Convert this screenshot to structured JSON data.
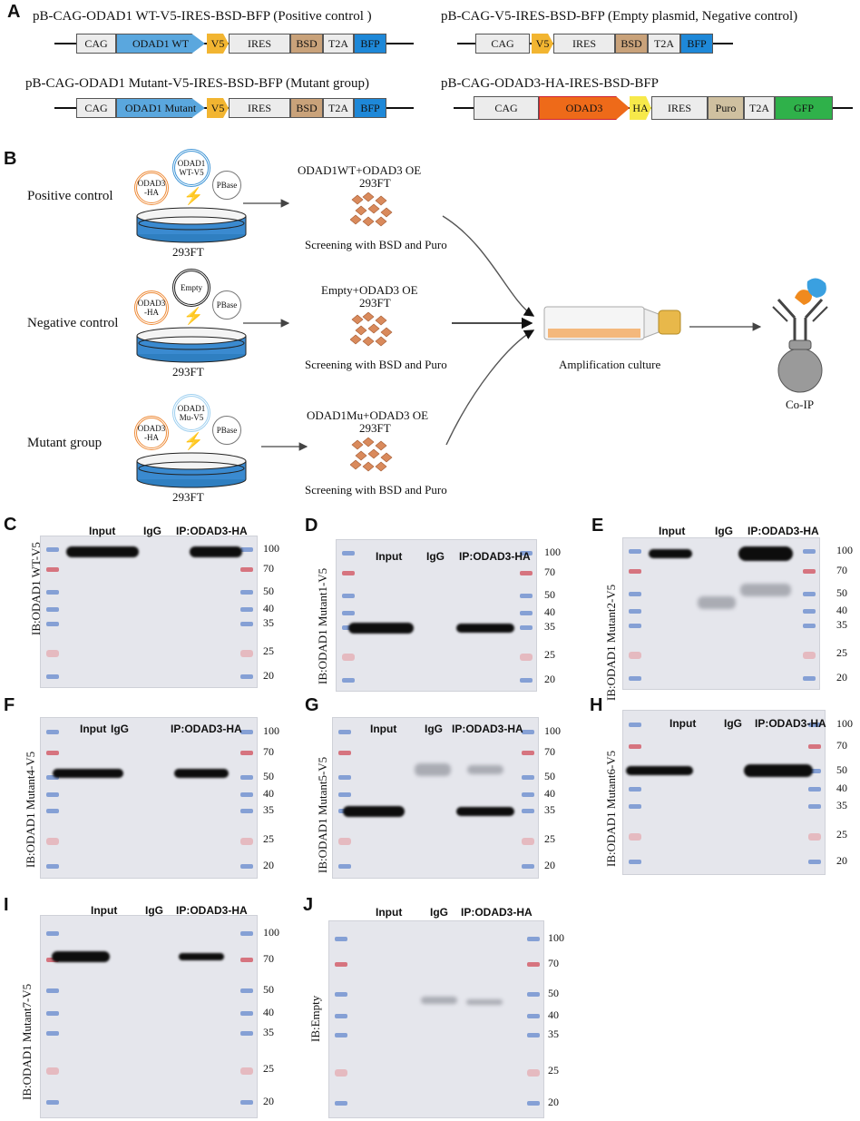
{
  "panelA": {
    "letter": "A",
    "constructs": [
      {
        "title": "pB-CAG-ODAD1 WT-V5-IRES-BSD-BFP (Positive control )",
        "segments": [
          "CAG",
          "ODAD1 WT",
          "V5",
          "IRES",
          "BSD",
          "T2A",
          "BFP"
        ]
      },
      {
        "title": "pB-CAG-V5-IRES-BSD-BFP (Empty plasmid, Negative control)",
        "segments": [
          "CAG",
          "V5",
          "IRES",
          "BSD",
          "T2A",
          "BFP"
        ]
      },
      {
        "title": "pB-CAG-ODAD1 Mutant-V5-IRES-BSD-BFP (Mutant group)",
        "segments": [
          "CAG",
          "ODAD1 Mutant",
          "V5",
          "IRES",
          "BSD",
          "T2A",
          "BFP"
        ]
      },
      {
        "title": "pB-CAG-ODAD3-HA-IRES-BSD-BFP",
        "segments": [
          "CAG",
          "ODAD3",
          "HA",
          "IRES",
          "Puro",
          "T2A",
          "GFP"
        ]
      }
    ]
  },
  "panelB": {
    "letter": "B",
    "groups": [
      {
        "name": "Positive control",
        "plasmids": [
          "ODAD3\n-HA",
          "ODAD1\nWT-V5",
          "PBase"
        ],
        "cell": "293FT",
        "oe": "ODAD1WT+ODAD3 OE",
        "oe_cell": "293FT",
        "screen": "Screening with BSD and Puro"
      },
      {
        "name": "Negative control",
        "plasmids": [
          "ODAD3\n-HA",
          "Empty",
          "PBase"
        ],
        "cell": "293FT",
        "oe": "Empty+ODAD3 OE",
        "oe_cell": "293FT",
        "screen": "Screening with BSD and Puro"
      },
      {
        "name": "Mutant group",
        "plasmids": [
          "ODAD3\n-HA",
          "ODAD1\nMu-V5",
          "PBase"
        ],
        "cell": "293FT",
        "oe": "ODAD1Mu+ODAD3 OE",
        "oe_cell": "293FT",
        "screen": "Screening with BSD and Puro"
      }
    ],
    "amplification": "Amplification culture",
    "coip": "Co-IP"
  },
  "blots": [
    {
      "letter": "C",
      "ib": "IB:ODAD1 WT-V5",
      "lanes": [
        "Input",
        "IgG",
        "IP:ODAD3-HA"
      ],
      "mw": [
        "100",
        "70",
        "50",
        "40",
        "35",
        "25",
        "20"
      ]
    },
    {
      "letter": "D",
      "ib": "IB:ODAD1 Mutant1-V5",
      "lanes": [
        "Input",
        "IgG",
        "IP:ODAD3-HA"
      ],
      "mw": [
        "100",
        "70",
        "50",
        "40",
        "35",
        "25",
        "20"
      ]
    },
    {
      "letter": "E",
      "ib": "IB:ODAD1 Mutant2-V5",
      "lanes": [
        "Input",
        "IgG",
        "IP:ODAD3-HA"
      ],
      "mw": [
        "100",
        "70",
        "50",
        "40",
        "35",
        "25",
        "20"
      ]
    },
    {
      "letter": "F",
      "ib": "IB:ODAD1 Mutant4-V5",
      "lanes": [
        "Input",
        "IgG",
        "IP:ODAD3-HA"
      ],
      "mw": [
        "100",
        "70",
        "50",
        "40",
        "35",
        "25",
        "20"
      ]
    },
    {
      "letter": "G",
      "ib": "IB:ODAD1 Mutant5-V5",
      "lanes": [
        "Input",
        "IgG",
        "IP:ODAD3-HA"
      ],
      "mw": [
        "100",
        "70",
        "50",
        "40",
        "35",
        "25",
        "20"
      ]
    },
    {
      "letter": "H",
      "ib": "IB:ODAD1 Mutant6-V5",
      "lanes": [
        "Input",
        "IgG",
        "IP:ODAD3-HA"
      ],
      "mw": [
        "100",
        "70",
        "50",
        "40",
        "35",
        "25",
        "20"
      ]
    },
    {
      "letter": "I",
      "ib": "IB:ODAD1 Mutant7-V5",
      "lanes": [
        "Input",
        "IgG",
        "IP:ODAD3-HA"
      ],
      "mw": [
        "100",
        "70",
        "50",
        "40",
        "35",
        "25",
        "20"
      ]
    },
    {
      "letter": "J",
      "ib": "IB:Empty",
      "lanes": [
        "Input",
        "IgG",
        "IP:ODAD3-HA"
      ],
      "mw": [
        "100",
        "70",
        "50",
        "40",
        "35",
        "25",
        "20"
      ]
    }
  ]
}
